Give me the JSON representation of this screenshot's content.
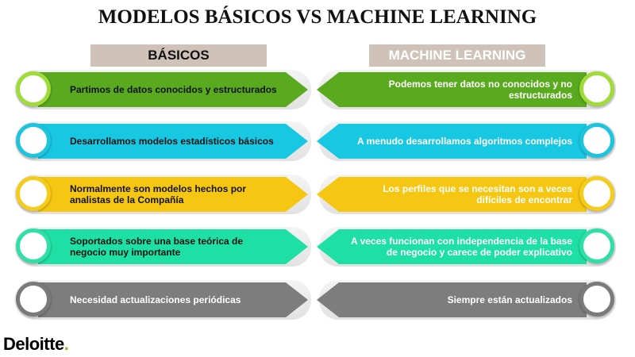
{
  "title": "MODELOS BÁSICOS VS MACHINE LEARNING",
  "headers": {
    "left": "BÁSICOS",
    "right": "MACHINE LEARNING"
  },
  "rows": [
    {
      "color": "#5aaa20",
      "ring": "#9fdc3a",
      "left_text": "Partimos de datos conocidos y estructurados",
      "right_text": "Podemos tener datos no conocidos y no estructurados",
      "left_text_color": "#111111"
    },
    {
      "color": "#18c8e2",
      "ring": "#1cc4de",
      "left_text": "Desarrollamos modelos estadísticos básicos",
      "right_text": "A menudo desarrollamos algoritmos complejos",
      "left_text_color": "#111111"
    },
    {
      "color": "#f5c712",
      "ring": "#f5cc1a",
      "left_text": "Normalmente son modelos hechos por analistas de la Compañía",
      "right_text": "Los perfiles que se necesitan son a veces difíciles de encontrar",
      "left_text_color": "#111111"
    },
    {
      "color": "#1fe0a4",
      "ring": "#2ee0a8",
      "left_text": "Soportados sobre una base teórica de negocio muy importante",
      "right_text": "A veces funcionan con independencia de la base de negocio y carece de poder explicativo",
      "left_text_color": "#111111"
    },
    {
      "color": "#7d7d7d",
      "ring": "#7a7a7a",
      "left_text": "Necesidad actualizaciones periódicas",
      "right_text": "Siempre están actualizados",
      "left_text_color": "#ffffff"
    }
  ],
  "logo": {
    "text": "Deloitte",
    "dot": ".",
    "dot_color": "#86bc25"
  }
}
